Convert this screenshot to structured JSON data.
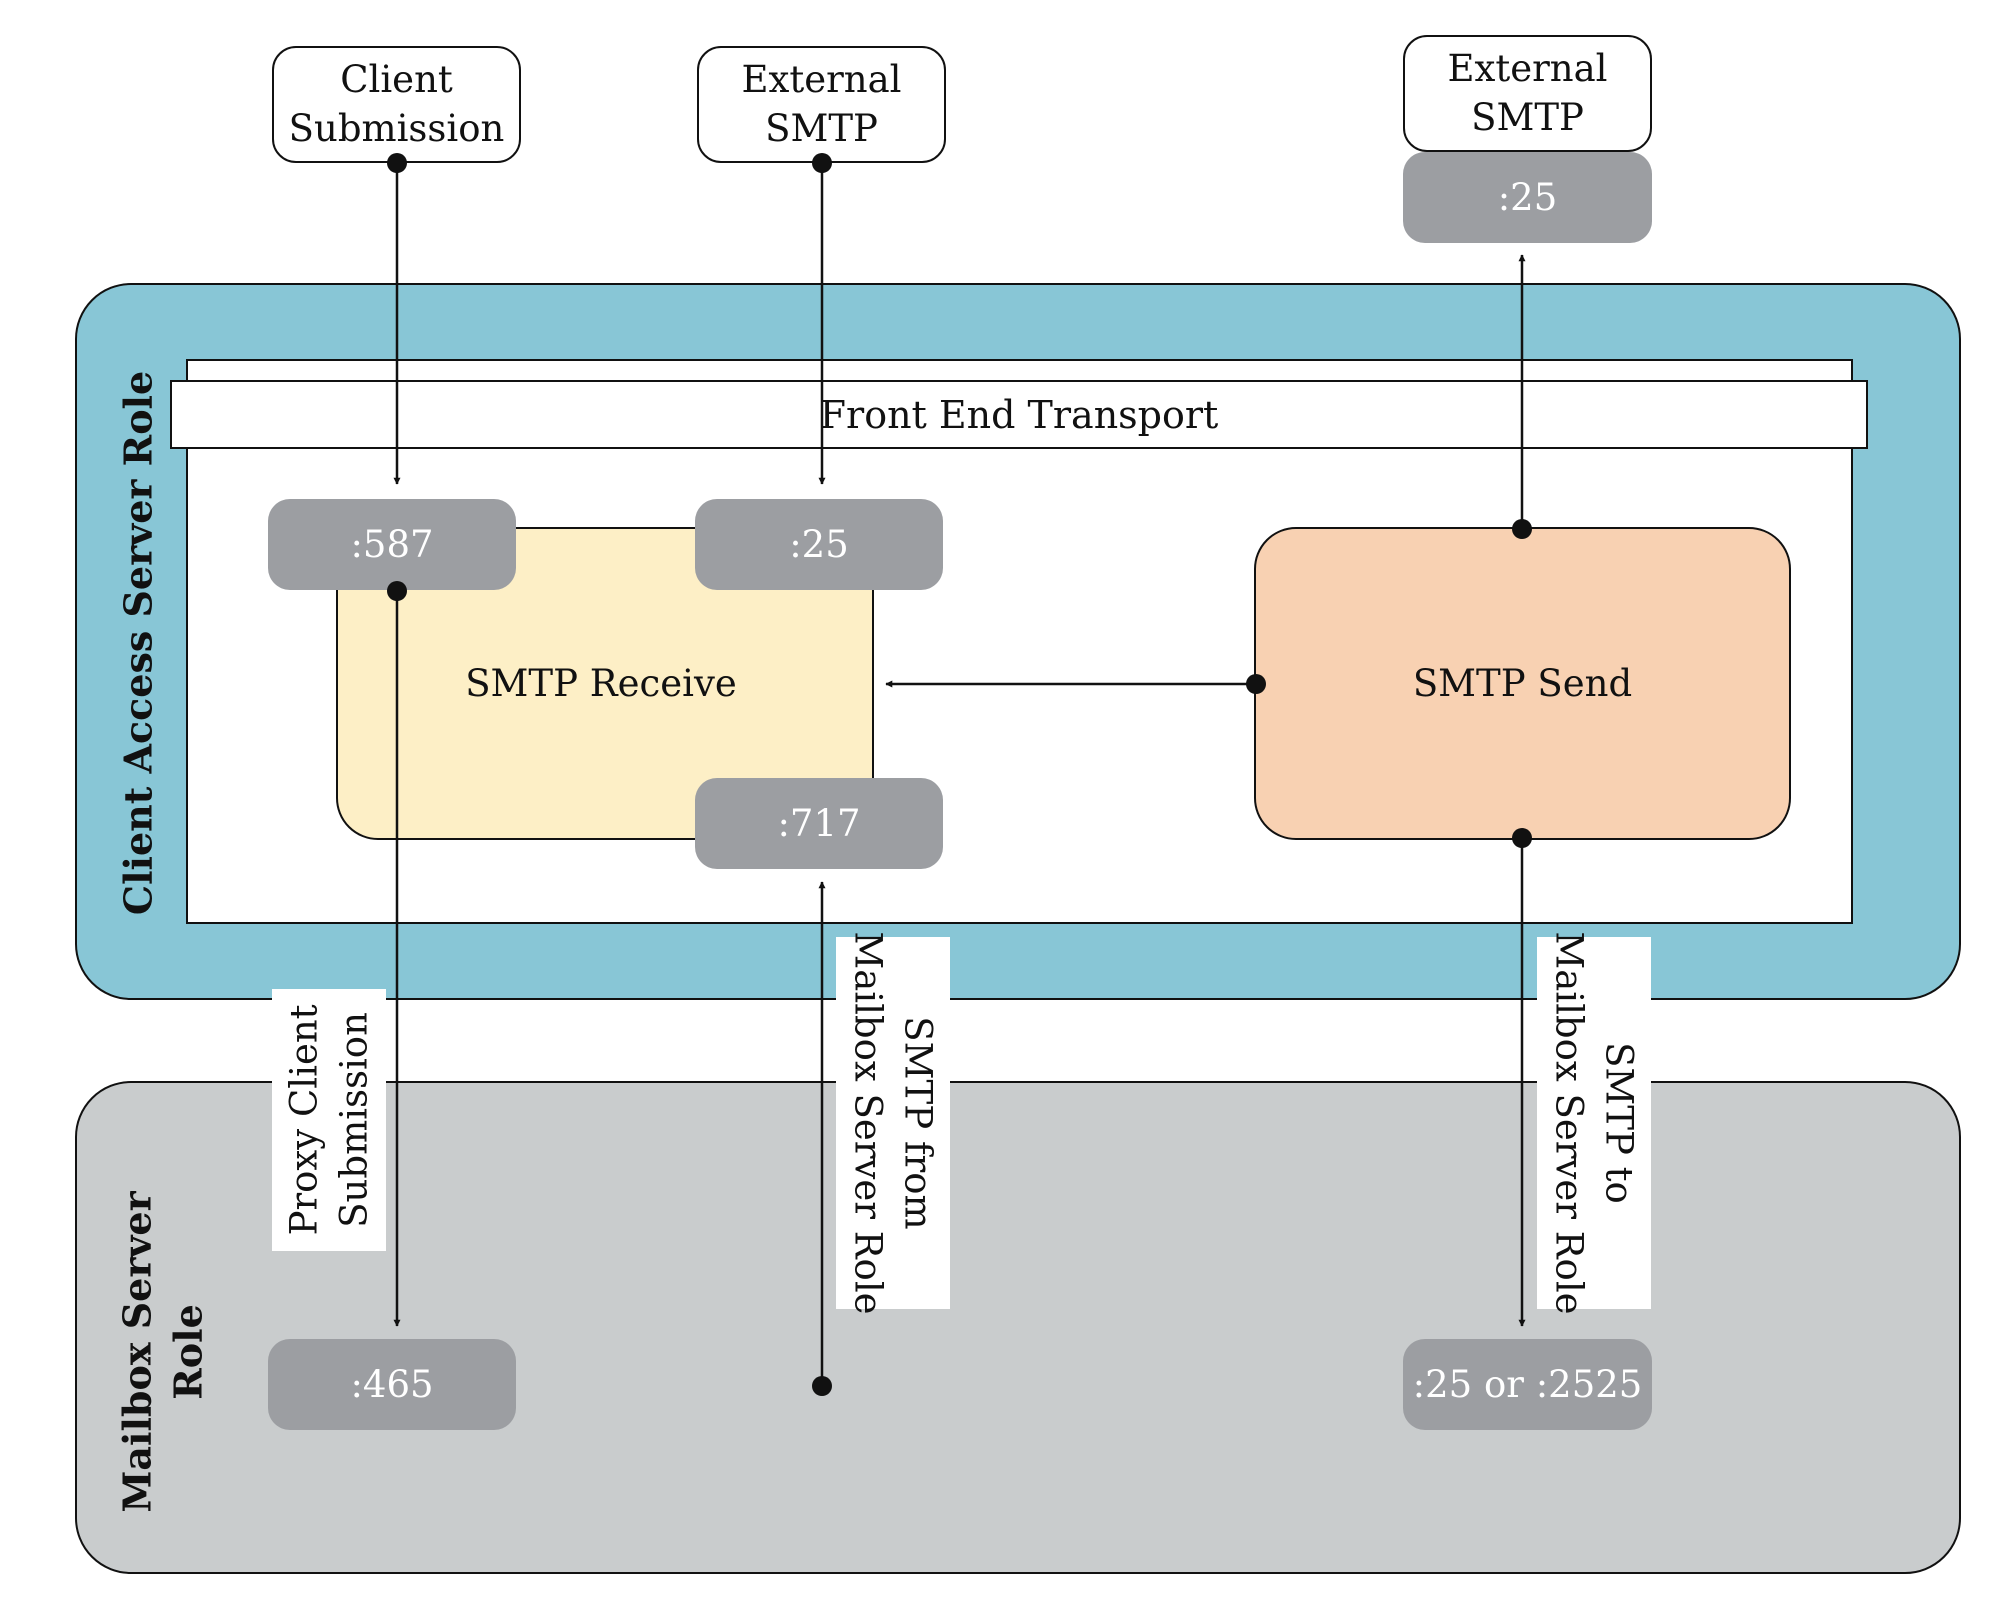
{
  "roles": {
    "client_access": "Client Access Server Role",
    "mailbox": [
      "Mailbox Server",
      "Role"
    ]
  },
  "front_end_transport": "Front End Transport",
  "components": {
    "smtp_receive": "SMTP Receive",
    "smtp_send": "SMTP Send"
  },
  "external": {
    "client_submission": [
      "Client",
      "Submission"
    ],
    "external_smtp_in": [
      "External",
      "SMTP"
    ],
    "external_smtp_out": [
      "External",
      "SMTP"
    ]
  },
  "ports": {
    "submission": ":587",
    "smtp_in": ":25",
    "from_mailbox": ":717",
    "external_out": ":25",
    "proxy_submission": ":465",
    "to_mailbox": ":25 or :2525"
  },
  "flow_labels": {
    "proxy_client_submission": [
      "Proxy Client",
      "Submission"
    ],
    "smtp_from_mailbox": [
      "SMTP from",
      "Mailbox Server Role"
    ],
    "smtp_to_mailbox": [
      "SMTP to",
      "Mailbox Server Role"
    ]
  }
}
